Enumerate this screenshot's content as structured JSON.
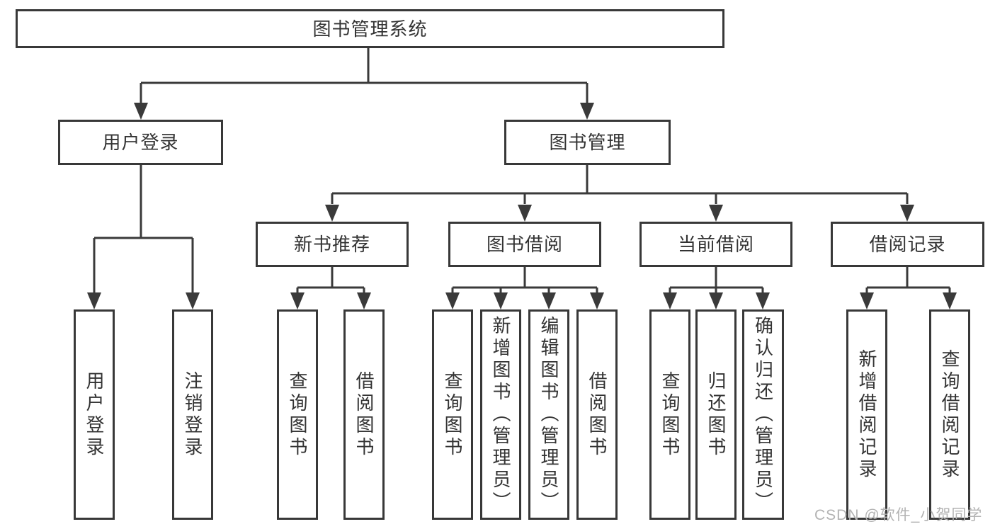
{
  "tree": {
    "root": "图书管理系统",
    "children": [
      {
        "label": "用户登录",
        "children": [
          "用户登录",
          "注销登录"
        ]
      },
      {
        "label": "图书管理",
        "children": [
          {
            "label": "新书推荐",
            "children": [
              "查询图书",
              "借阅图书"
            ]
          },
          {
            "label": "图书借阅",
            "children": [
              "查询图书",
              "新增图书（管理员）",
              "编辑图书（管理员）",
              "借阅图书"
            ]
          },
          {
            "label": "当前借阅",
            "children": [
              "查询图书",
              "归还图书",
              "确认归还（管理员）"
            ]
          },
          {
            "label": "借阅记录",
            "children": [
              "新增借阅记录",
              "查询借阅记录"
            ]
          }
        ]
      }
    ]
  },
  "watermark": {
    "text": "CSDN @软件_小贺同学"
  },
  "colors": {
    "line": "#3a3a3a",
    "box_border": "#383838",
    "text": "#333333",
    "watermark": "#b3b3b3",
    "background": "#ffffff"
  }
}
